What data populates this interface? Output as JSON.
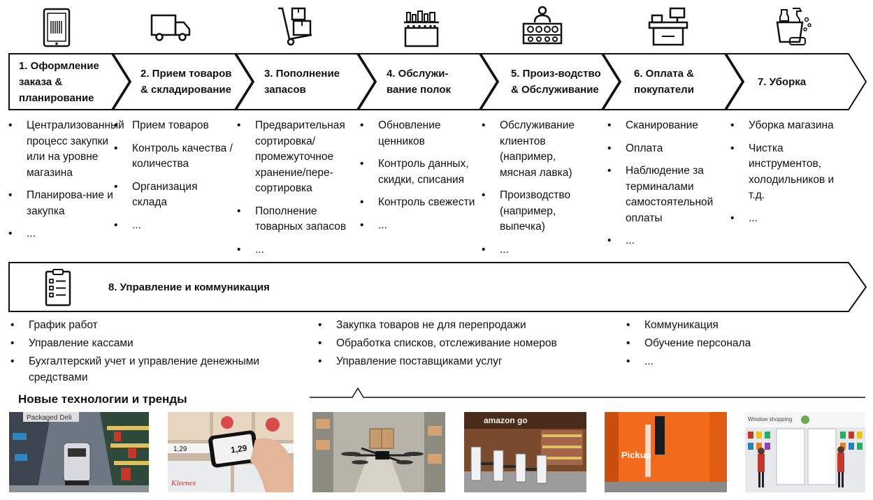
{
  "steps": [
    {
      "label": "1. Оформление заказа & планирование",
      "icon": "tablet-barcode-icon",
      "items": [
        "Централизованный процесс закупки или на уровне магазина",
        "Планирова-ние и закупка",
        "..."
      ]
    },
    {
      "label": "2. Прием товаров & складирование",
      "icon": "delivery-truck-icon",
      "items": [
        "Прием товаров",
        "Контроль качества / количества",
        "Организация склада",
        "..."
      ]
    },
    {
      "label": "3. Пополнение запасов",
      "icon": "hand-truck-boxes-icon",
      "items": [
        "Предварительная сортировка/ промежуточное хранение/пере-сортировка",
        "Пополнение товарных запасов",
        "..."
      ]
    },
    {
      "label": "4. Обслужи-вание полок",
      "icon": "store-shelf-icon",
      "items": [
        "Обновление ценников",
        "Контроль данных, скидки, списания",
        "Контроль свежести",
        "..."
      ]
    },
    {
      "label": "5. Произ-водство & Обслуживание",
      "icon": "counter-clerk-icon",
      "items": [
        "Обслуживание клиентов (например, мясная лавка)",
        "Производство (например, выпечка)",
        "..."
      ]
    },
    {
      "label": "6. Оплата & покупатели",
      "icon": "cash-register-icon",
      "items": [
        "Сканирование",
        "Оплата",
        "Наблюдение за терминалами самостоятельной оплаты",
        "..."
      ]
    },
    {
      "label": "7. Уборка",
      "icon": "cleaning-supplies-icon",
      "items": [
        "Уборка магазина",
        "Чистка инструментов, холодильников и т.д.",
        "..."
      ]
    }
  ],
  "management": {
    "label": "8. Управление и коммуникация",
    "icon": "clipboard-checklist-icon",
    "col1": [
      "График работ",
      "Управление кассами",
      "Бухгалтерский учет и управление денежными средствами"
    ],
    "col2": [
      "Закупка товаров не для перепродажи",
      "Обработка списков, отслеживание номеров",
      "Управление поставщиками услуг"
    ],
    "col3": [
      "Коммуникация",
      "Обучение персонала",
      "..."
    ]
  },
  "trends": {
    "title": "Новые технологии и тренды",
    "photos": [
      {
        "name": "photo-store-robot",
        "sign": "Packaged Deli"
      },
      {
        "name": "photo-smartphone-price-scan",
        "price_a": "1,29",
        "price_b": "1,29",
        "brand": "Kleenex"
      },
      {
        "name": "photo-delivery-drone",
        "sign": ""
      },
      {
        "name": "photo-amazon-go-store",
        "sign": "amazon go"
      },
      {
        "name": "photo-pickup-tower",
        "sign": "Pickup"
      },
      {
        "name": "photo-window-shopping-wall",
        "sign": "Window shopping"
      }
    ]
  },
  "colors": {
    "arrow_stroke": "#111111",
    "text": "#111111",
    "background": "#ffffff"
  }
}
